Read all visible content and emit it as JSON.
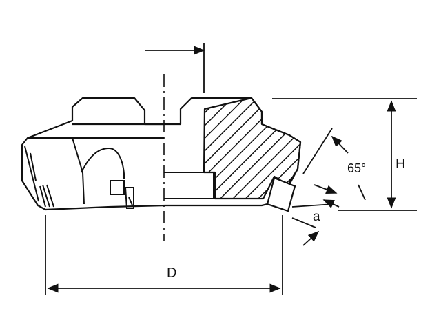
{
  "drawing": {
    "labels": {
      "diameter": "D",
      "height": "H",
      "angle": "65°",
      "depth": "a"
    }
  }
}
